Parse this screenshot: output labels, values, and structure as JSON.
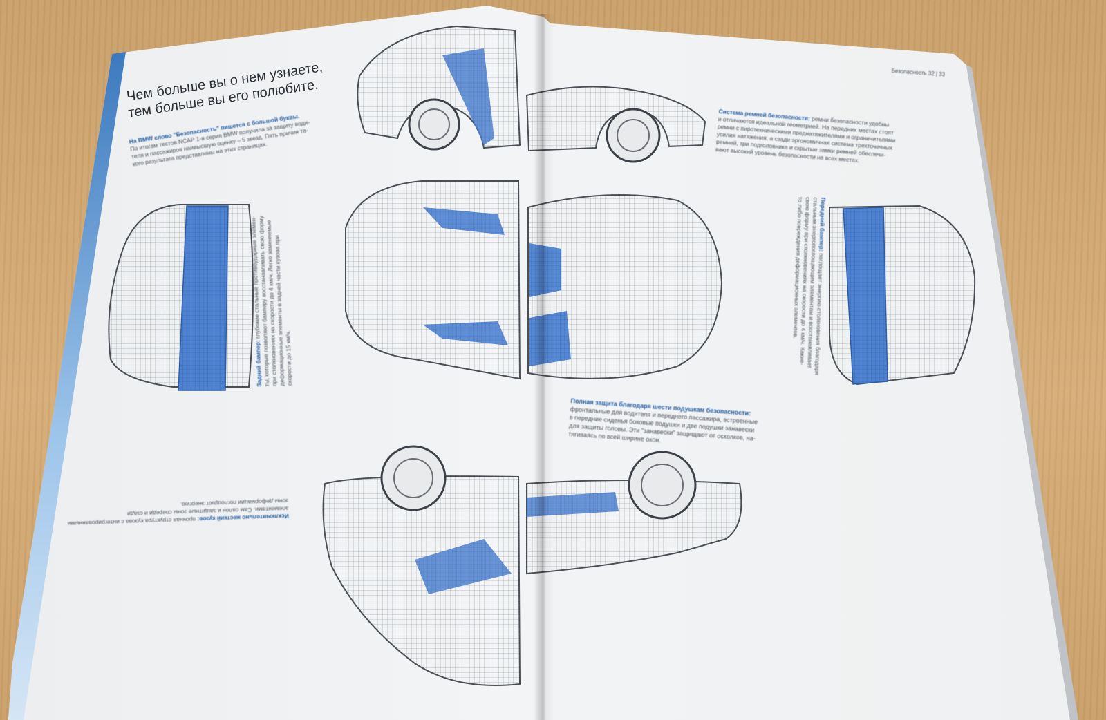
{
  "spread": {
    "headline_line1": "Чем больше вы о нем узнаете,",
    "headline_line2": "тем больше вы его полюбите.",
    "intro_bold": "На BMW слово \"Безопасность\" пишется с большой буквы.",
    "intro_line1": "По итогам тестов NCAP 1-я серия BMW получила за защиту води-",
    "intro_line2": "теля и пассажиров наивысшую оценку – 5 звезд. Пять причин та-",
    "intro_line3": "кого результата представлены на этих страницах.",
    "page_number": "Безопасность  32 | 33",
    "belt_title": "Система ремней безопасности:",
    "belt_line1": "ремни безопасности удобны",
    "belt_line2": "и отличаются идеальной геометрией. На передних местах стоят",
    "belt_line3": "ремни с пиротехническими преднатяжителями и ограничителями",
    "belt_line4": "усилия натяжения, а сзади эргономичная система трехточечных",
    "belt_line5": "ремней, три подголовника и скрытые замки ремней обеспечи-",
    "belt_line6": "вают высокий уровень безопасности на всех местах.",
    "airbag_title": "Полная защита благодаря шести подушкам безопасности:",
    "airbag_line1": "фронтальные для водителя и переднего пассажира, встроенные",
    "airbag_line2": "в передние сиденья боковые подушки и две подушки занавески",
    "airbag_line3": "для защиты головы. Эти \"занавески\" защищают от осколков, на-",
    "airbag_line4": "тягиваясь по всей ширине окон.",
    "rear_title": "Задний бампер:",
    "rear_line1": "глубокие стальные противоударные элемен-",
    "rear_line2": "ты, которые позволяют бамперу восстанавливать свою форму",
    "rear_line3": "при столкновениях на скорости до 4 км/ч. Легко заменяемые",
    "rear_line4": "деформационные элементы в задней части кузова при",
    "rear_line5": "скорости до 15 км/ч.",
    "front_title": "Передний бампер:",
    "front_line1": "поглощает энергию столкновения благодаря",
    "front_line2": "стальным энергопоглощающим элементам и восстанавливает",
    "front_line3": "свою форму при столкновениях на скорости до 4 км/ч. Какие-",
    "front_line4": "то либо повреждения деформационных элементов.",
    "upside_title": "Исключительно жесткий кузов:",
    "upside_line1": "прочная структура кузова с интегрированными",
    "upside_line2": "элементами. Сам салон и защитные зоны спереди и сзади",
    "upside_line3": "зоны деформации поглощают энергию."
  },
  "colors": {
    "table": "#d6ad78",
    "paper": "#f3f4f5",
    "wireframe": "#5a5f66",
    "safety_blue": "#3d74c9",
    "accent_text": "#1f5aa0"
  }
}
